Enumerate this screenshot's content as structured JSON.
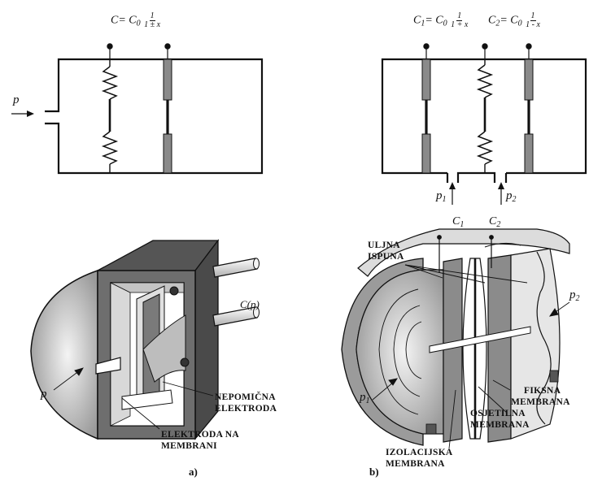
{
  "panel_a": {
    "formula": {
      "lhs": "C",
      "eq": "= C",
      "sub": "0",
      "num": "1",
      "den": "1 ± x"
    },
    "pressure_top": "p",
    "pressure_bottom": "p",
    "output_label": "C(p)",
    "fixed_electrode": [
      "NEPOMIČNA",
      "ELEKTRODA"
    ],
    "membrane_electrode": [
      "ELEKTRODA NA",
      "MEMBRANI"
    ],
    "caption": "a)"
  },
  "panel_b": {
    "formula_c1": {
      "lhs": "C",
      "lhs_sub": "1",
      "eq": "= C",
      "sub": "0",
      "num": "1",
      "den": "1 + x"
    },
    "formula_c2": {
      "lhs": "C",
      "lhs_sub": "2",
      "eq": "= C",
      "sub": "0",
      "num": "1",
      "den": "1 - x"
    },
    "p1": {
      "base": "p",
      "sub": "1"
    },
    "p2": {
      "base": "p",
      "sub": "2"
    },
    "c1": {
      "base": "C",
      "sub": "1"
    },
    "c2": {
      "base": "C",
      "sub": "2"
    },
    "oil_fill": [
      "ULJNA",
      "ISPUNA"
    ],
    "fixed_membrane": [
      "FIKSNA",
      "MEMBRANA"
    ],
    "sensing_membrane": [
      "OSJETILNA",
      "MEMBRANA"
    ],
    "insulating_membrane": [
      "IZOLACIJSKA",
      "MEMBRANA"
    ],
    "caption": "b)"
  }
}
